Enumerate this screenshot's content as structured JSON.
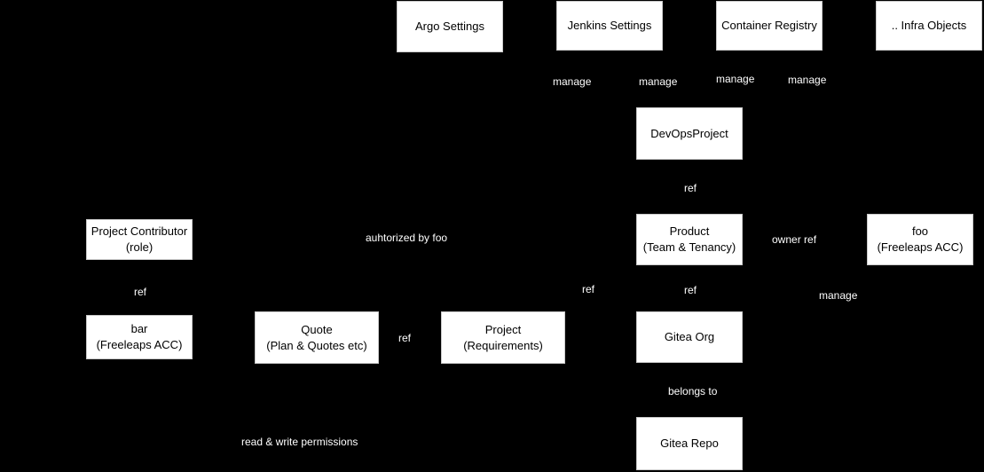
{
  "diagram": {
    "background_color": "#000000",
    "node_fill_color": "#ffffff",
    "node_text_color": "#000000",
    "edge_label_text_color": "#ffffff",
    "nodes": {
      "argo_settings": {
        "label": "Argo Settings"
      },
      "jenkins_settings": {
        "label": "Jenkins Settings"
      },
      "container_registry": {
        "label": "Container Registry"
      },
      "infra_objects": {
        "label": ".. Infra Objects"
      },
      "devops_project": {
        "label": "DevOpsProject"
      },
      "product": {
        "label": "Product\n(Team & Tenancy)"
      },
      "foo_acc": {
        "label": "foo\n(Freeleaps ACC)"
      },
      "project_contributor": {
        "label": "Project Contributor\n(role)"
      },
      "bar_acc": {
        "label": "bar\n(Freeleaps ACC)"
      },
      "quote": {
        "label": "Quote\n(Plan & Quotes etc)"
      },
      "project": {
        "label": "Project\n(Requirements)"
      },
      "gitea_org": {
        "label": "Gitea Org"
      },
      "gitea_repo": {
        "label": "Gitea Repo"
      }
    },
    "edge_labels": {
      "manage_argo": "manage",
      "manage_jenkins": "manage",
      "manage_registry": "manage",
      "manage_infra": "manage",
      "ref_devops_product": "ref",
      "owner_ref": "owner ref",
      "authorized_by_foo": "auhtorized by foo",
      "ref_contributor_bar": "ref",
      "ref_project_product": "ref",
      "ref_product_gitea_org": "ref",
      "manage_foo": "manage",
      "ref_quote_project": "ref",
      "belongs_to": "belongs to",
      "read_write_permissions": "read & write permissions"
    }
  }
}
